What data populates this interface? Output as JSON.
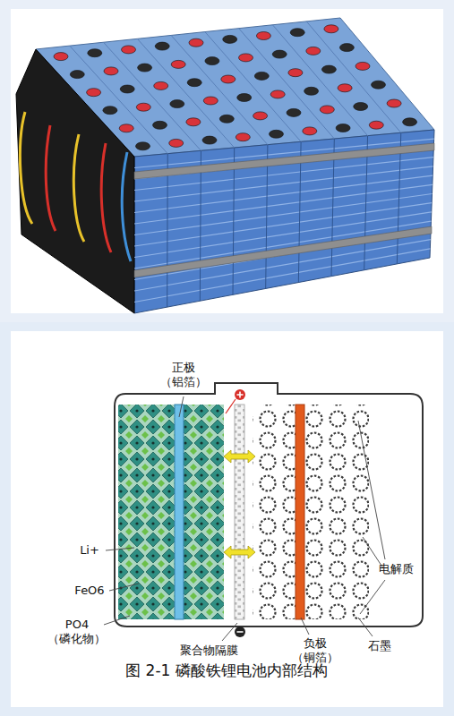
{
  "diagram": {
    "caption": "图 2-1 磷酸铁锂电池内部结构",
    "labels": [
      "正极 （铝箔）",
      "电解质",
      "Li+",
      "FeO6",
      "PO4 （磷化物）",
      "聚合物隔膜",
      "负极 （铜箔）",
      "石墨"
    ]
  }
}
